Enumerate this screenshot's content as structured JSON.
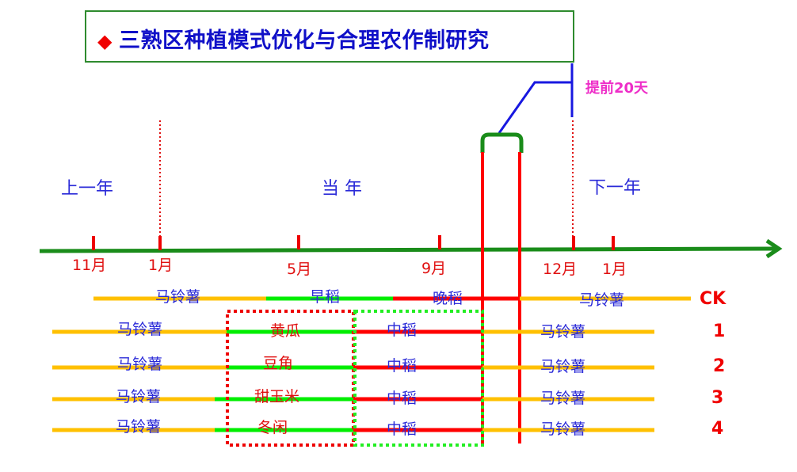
{
  "title": {
    "bullet": "◆",
    "text": "三熟区种植模式优化与合理农作制研究"
  },
  "annotation": {
    "advance_label": "提前20天"
  },
  "years": {
    "prev": "上一年",
    "current": "当 年",
    "next": "下一年"
  },
  "timeline": {
    "months": [
      "11月",
      "1月",
      "5月",
      "9月",
      "12月",
      "1月"
    ]
  },
  "rows": [
    {
      "id": "CK",
      "segments": [
        "马铃薯",
        "早稻",
        "晚稻",
        "马铃薯"
      ]
    },
    {
      "id": "1",
      "segments": [
        "马铃薯",
        "黄瓜",
        "中稻",
        "马铃薯"
      ]
    },
    {
      "id": "2",
      "segments": [
        "马铃薯",
        "豆角",
        "中稻",
        "马铃薯"
      ]
    },
    {
      "id": "3",
      "segments": [
        "马铃薯",
        "甜玉米",
        "中稻",
        "马铃薯"
      ]
    },
    {
      "id": "4",
      "segments": [
        "马铃薯",
        "冬闲",
        "中稻",
        "马铃薯"
      ]
    }
  ],
  "colors": {
    "potato": "#ffc000",
    "spring_crop": "#00ee00",
    "rice": "#ff0000",
    "axis": "#1a8c1a",
    "title_text": "#1010c8",
    "label_blue": "#2a2ad8",
    "label_red": "#e01010",
    "advance": "#ee2ec8"
  }
}
